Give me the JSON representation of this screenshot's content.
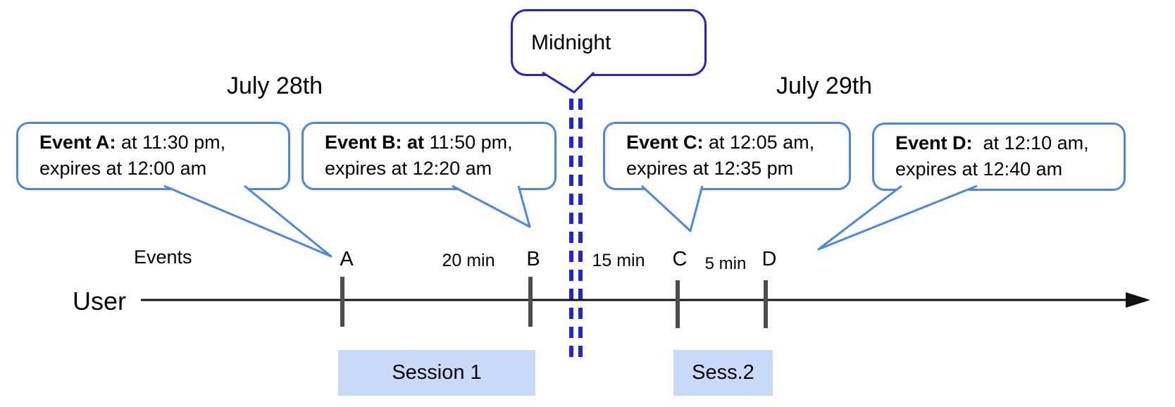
{
  "dates": {
    "left": "July 28th",
    "right": "July 29th"
  },
  "midnight": {
    "label": "Midnight"
  },
  "callouts": [
    {
      "event": "A",
      "bold": "Event A:",
      "line1_rest": " at 11:30 pm,",
      "line2": "expires at 12:00 am"
    },
    {
      "event": "B",
      "bold": "Event B: at",
      "line1_rest": " 11:50 pm,",
      "line2": "expires at 12:20 am"
    },
    {
      "event": "C",
      "bold": "Event C:",
      "line1_rest": " at 12:05 am,",
      "line2": "expires at 12:35 pm"
    },
    {
      "event": "D",
      "bold": "Event D:",
      "line1_rest": "  at 12:10 am,",
      "line2": "expires at 12:40 am"
    }
  ],
  "timeline": {
    "axis_label": "User",
    "events_label": "Events",
    "event_marks": [
      "A",
      "B",
      "C",
      "D"
    ],
    "intervals": [
      {
        "between": "A-B",
        "label": "20 min"
      },
      {
        "between": "B-C",
        "label": "15 min"
      },
      {
        "between": "C-D",
        "label": "5 min"
      }
    ]
  },
  "sessions": [
    {
      "label": "Session 1"
    },
    {
      "label": "Sess.2"
    }
  ],
  "colors": {
    "callout_border": "#4a86e8",
    "midnight_border": "#2121dd",
    "dashed_midnight_line": "#2222e2",
    "session_fill": "#c9daf8",
    "tick": "#4d4d4d",
    "axis": "#111111",
    "text": "#000000"
  }
}
